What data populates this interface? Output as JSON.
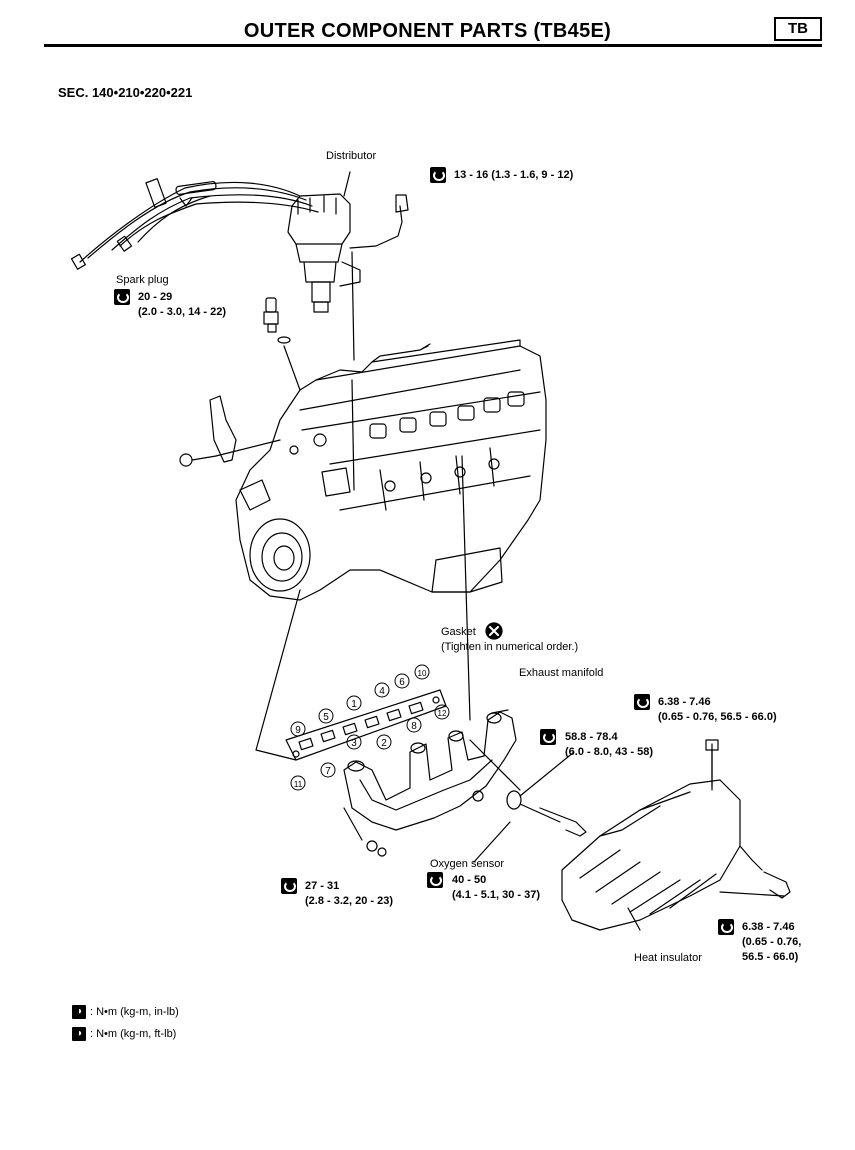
{
  "header": {
    "title": "OUTER COMPONENT PARTS (TB45E)",
    "tab": "TB",
    "section": "SEC. 140•210•220•221"
  },
  "labels": {
    "distributor": "Distributor",
    "spark_plug": "Spark plug",
    "gasket": "Gasket",
    "gasket_note": "(Tighten in numerical order.)",
    "exhaust_manifold": "Exhaust manifold",
    "oxygen_sensor": "Oxygen sensor",
    "heat_insulator": "Heat insulator"
  },
  "torques": {
    "distributor_bolt": "13 - 16 (1.3 - 1.6, 9 - 12)",
    "spark_plug_line1": "20 - 29",
    "spark_plug_line2": "(2.0 - 3.0, 14 - 22)",
    "manifold_stud_line1": "58.8 - 78.4",
    "manifold_stud_line2": "(6.0 - 8.0, 43 - 58)",
    "insulator_top_line1": "6.38 - 7.46",
    "insulator_top_line2": "(0.65 - 0.76, 56.5 - 66.0)",
    "manifold_nut_line1": "27 - 31",
    "manifold_nut_line2": "(2.8 - 3.2, 20 - 23)",
    "oxygen_sensor_line1": "40 - 50",
    "oxygen_sensor_line2": "(4.1 - 5.1, 30 - 37)",
    "insulator_side_line1": "6.38 - 7.46",
    "insulator_side_line2": "(0.65 - 0.76,",
    "insulator_side_line3": "56.5 - 66.0)"
  },
  "sequence_numbers": [
    "1",
    "2",
    "3",
    "4",
    "5",
    "6",
    "7",
    "8",
    "9",
    "10",
    "11",
    "12"
  ],
  "legend": [
    {
      "icon": "torque-wrench-icon",
      "text": ": N•m (kg-m, in-lb)"
    },
    {
      "icon": "torque-wrench-icon",
      "text": ": N•m (kg-m, ft-lb)"
    }
  ]
}
